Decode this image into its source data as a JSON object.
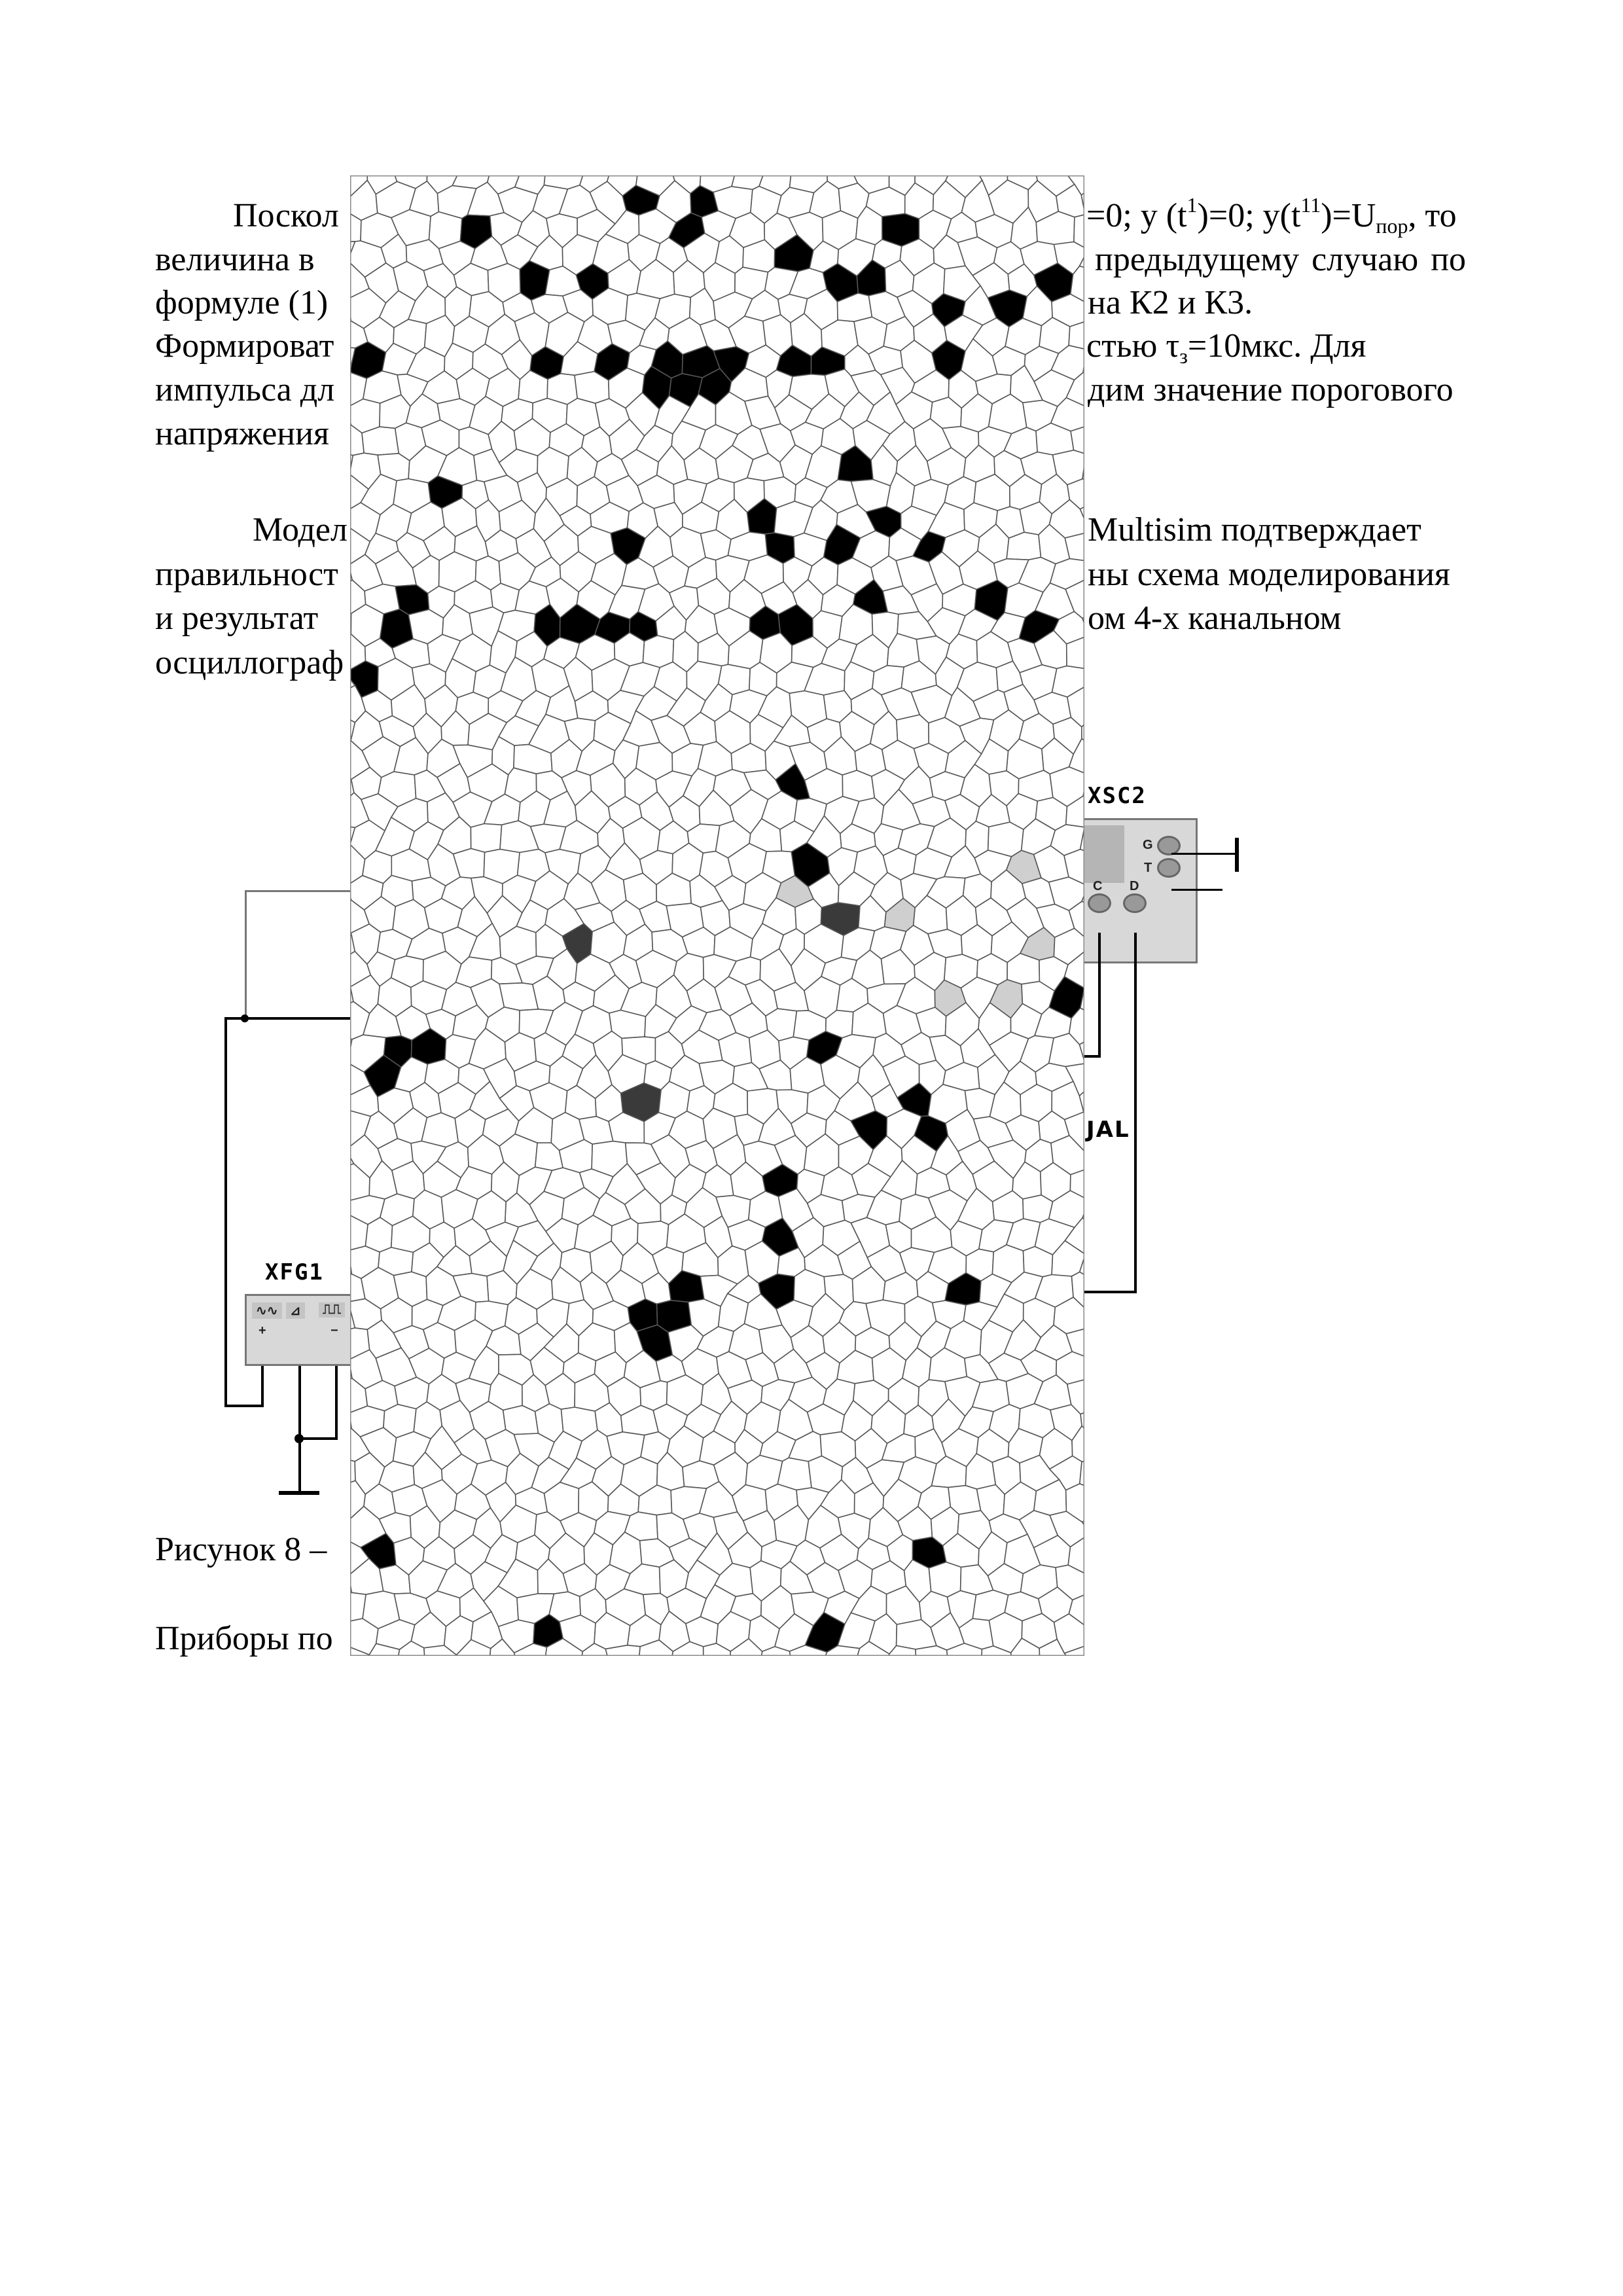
{
  "paragraph1": {
    "line1_left": "Поскол",
    "line1_right": {
      "a": "=0; y (t",
      "sup1": "1",
      "b": ")=0; y(t",
      "sup2": "11",
      "c": ")=U",
      "sub": "пор",
      "d": ", то"
    },
    "line2_left": "величина в",
    "line2_right": "предыдущему  случаю  по",
    "line3_left": "формуле (1)",
    "line3_right": "на К2 и К3.",
    "line4_left": "Формироват",
    "line4_right": {
      "a": "стью τ",
      "sub": "з",
      "b": "=10мкс. Для"
    },
    "line5_left": "импульса дл",
    "line5_right": "дим значение порогового",
    "line6_left": "напряжения"
  },
  "paragraph2": {
    "line1_left": "Модел",
    "line1_right": "Multisim подтверждает",
    "line2_left": "правильност",
    "line2_right": "ны схема моделирования",
    "line3_left": "и результат",
    "line3_right": "ом 4-х канальном",
    "line4_left": "осциллограф"
  },
  "caption": "Рисунок 8 –",
  "after_caption": "Приборы по",
  "circuit": {
    "oscilloscope_label": "XSC2",
    "terminal_g": "G",
    "terminal_t": "T",
    "terminal_c": "C",
    "terminal_d": "D",
    "partial_label": "JAL",
    "generator_label": "XFG1",
    "generator_plus": "+",
    "generator_minus": "−"
  },
  "colors": {
    "mosaic_dark": "#000000",
    "mosaic_mid": "#3a3a3a",
    "mosaic_light": "#cfcfcf",
    "cell_edge": "#555555"
  }
}
